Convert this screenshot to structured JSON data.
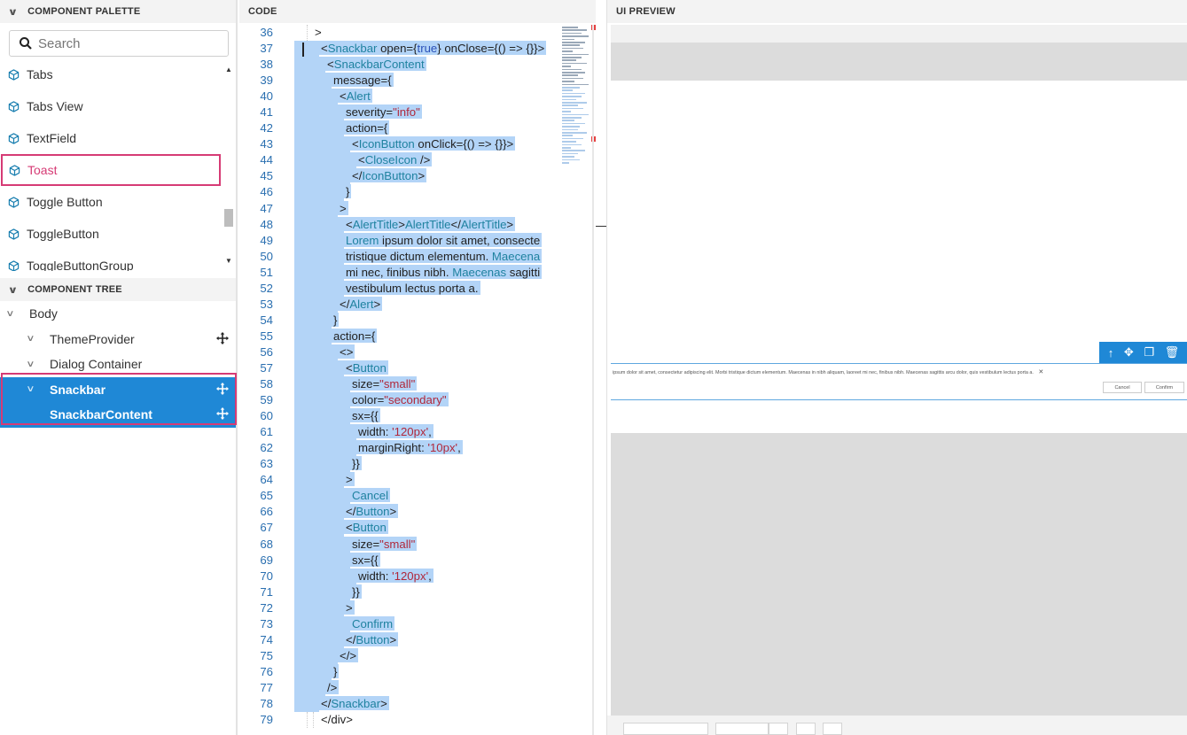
{
  "palette": {
    "header": "COMPONENT PALETTE",
    "search_placeholder": "Search",
    "items": [
      {
        "label": "Tabs"
      },
      {
        "label": "Tabs View"
      },
      {
        "label": "TextField"
      },
      {
        "label": "Toast",
        "selected": true
      },
      {
        "label": "Toggle Button"
      },
      {
        "label": "ToggleButton"
      },
      {
        "label": "ToggleButtonGroup"
      }
    ]
  },
  "tree": {
    "header": "COMPONENT TREE",
    "nodes": [
      {
        "label": "Body",
        "indent": 0,
        "chevron": true,
        "move": false,
        "selected": false
      },
      {
        "label": "ThemeProvider",
        "indent": 1,
        "chevron": true,
        "move": true,
        "selected": false
      },
      {
        "label": "Dialog Container",
        "indent": 1,
        "chevron": true,
        "move": false,
        "selected": false
      },
      {
        "label": "Snackbar",
        "indent": 1,
        "chevron": true,
        "move": true,
        "selected": true
      },
      {
        "label": "SnackbarContent",
        "indent": 2,
        "chevron": false,
        "move": true,
        "selected": true
      }
    ]
  },
  "code": {
    "header": "CODE",
    "lines": [
      {
        "n": "36",
        "indent": 1,
        "sel": false,
        "parts": [
          [
            ">",
            ""
          ]
        ]
      },
      {
        "n": "37",
        "indent": 2,
        "sel": true,
        "parts": [
          [
            "<",
            ""
          ],
          [
            "Snackbar",
            "tag"
          ],
          [
            " open={",
            ""
          ],
          [
            "true",
            "kw"
          ],
          [
            "} onClose={() => {}}>",
            ""
          ]
        ]
      },
      {
        "n": "38",
        "indent": 3,
        "sel": true,
        "parts": [
          [
            "<",
            ""
          ],
          [
            "SnackbarContent",
            "tag"
          ]
        ]
      },
      {
        "n": "39",
        "indent": 4,
        "sel": true,
        "parts": [
          [
            "message={",
            ""
          ]
        ]
      },
      {
        "n": "40",
        "indent": 5,
        "sel": true,
        "parts": [
          [
            "<",
            ""
          ],
          [
            "Alert",
            "tag"
          ]
        ]
      },
      {
        "n": "41",
        "indent": 6,
        "sel": true,
        "parts": [
          [
            "severity=",
            ""
          ],
          [
            "\"info\"",
            "str"
          ]
        ]
      },
      {
        "n": "42",
        "indent": 6,
        "sel": true,
        "parts": [
          [
            "action={",
            ""
          ]
        ]
      },
      {
        "n": "43",
        "indent": 7,
        "sel": true,
        "parts": [
          [
            "<",
            ""
          ],
          [
            "IconButton",
            "tag"
          ],
          [
            " onClick={() => {}}>",
            ""
          ]
        ]
      },
      {
        "n": "44",
        "indent": 8,
        "sel": true,
        "parts": [
          [
            "<",
            ""
          ],
          [
            "CloseIcon",
            "tag"
          ],
          [
            " />",
            ""
          ]
        ]
      },
      {
        "n": "45",
        "indent": 7,
        "sel": true,
        "parts": [
          [
            "</",
            ""
          ],
          [
            "IconButton",
            "tag"
          ],
          [
            ">",
            ""
          ]
        ]
      },
      {
        "n": "46",
        "indent": 6,
        "sel": true,
        "parts": [
          [
            "}",
            ""
          ]
        ]
      },
      {
        "n": "47",
        "indent": 5,
        "sel": true,
        "parts": [
          [
            ">",
            ""
          ]
        ]
      },
      {
        "n": "48",
        "indent": 6,
        "sel": true,
        "parts": [
          [
            "<",
            ""
          ],
          [
            "AlertTitle",
            "tag"
          ],
          [
            ">",
            ""
          ],
          [
            "AlertTitle",
            "tag"
          ],
          [
            "</",
            ""
          ],
          [
            "AlertTitle",
            "tag"
          ],
          [
            ">",
            ""
          ]
        ]
      },
      {
        "n": "49",
        "indent": 6,
        "sel": true,
        "parts": [
          [
            "Lorem",
            "tag"
          ],
          [
            " ipsum dolor sit amet, consecte",
            ""
          ]
        ]
      },
      {
        "n": "50",
        "indent": 6,
        "sel": true,
        "parts": [
          [
            "tristique dictum elementum. ",
            ""
          ],
          [
            "Maecena",
            "tag"
          ]
        ]
      },
      {
        "n": "51",
        "indent": 6,
        "sel": true,
        "parts": [
          [
            "mi nec, finibus nibh. ",
            ""
          ],
          [
            "Maecenas",
            "tag"
          ],
          [
            " sagitti",
            ""
          ]
        ]
      },
      {
        "n": "52",
        "indent": 6,
        "sel": true,
        "parts": [
          [
            "vestibulum lectus porta a.",
            ""
          ]
        ]
      },
      {
        "n": "53",
        "indent": 5,
        "sel": true,
        "parts": [
          [
            "</",
            ""
          ],
          [
            "Alert",
            "tag"
          ],
          [
            ">",
            ""
          ]
        ]
      },
      {
        "n": "54",
        "indent": 4,
        "sel": true,
        "parts": [
          [
            "}",
            ""
          ]
        ]
      },
      {
        "n": "55",
        "indent": 4,
        "sel": true,
        "parts": [
          [
            "action={",
            ""
          ]
        ]
      },
      {
        "n": "56",
        "indent": 5,
        "sel": true,
        "parts": [
          [
            "<>",
            ""
          ]
        ]
      },
      {
        "n": "57",
        "indent": 6,
        "sel": true,
        "parts": [
          [
            "<",
            ""
          ],
          [
            "Button",
            "tag"
          ]
        ]
      },
      {
        "n": "58",
        "indent": 7,
        "sel": true,
        "parts": [
          [
            "size=",
            ""
          ],
          [
            "\"small\"",
            "str"
          ]
        ]
      },
      {
        "n": "59",
        "indent": 7,
        "sel": true,
        "parts": [
          [
            "color=",
            ""
          ],
          [
            "\"secondary\"",
            "str"
          ]
        ]
      },
      {
        "n": "60",
        "indent": 7,
        "sel": true,
        "parts": [
          [
            "sx={{",
            ""
          ]
        ]
      },
      {
        "n": "61",
        "indent": 8,
        "sel": true,
        "parts": [
          [
            "width: ",
            ""
          ],
          [
            "'120px'",
            "str"
          ],
          [
            ",",
            ""
          ]
        ]
      },
      {
        "n": "62",
        "indent": 8,
        "sel": true,
        "parts": [
          [
            "marginRight: ",
            ""
          ],
          [
            "'10px'",
            "str"
          ],
          [
            ",",
            ""
          ]
        ]
      },
      {
        "n": "63",
        "indent": 7,
        "sel": true,
        "parts": [
          [
            "}}",
            ""
          ]
        ]
      },
      {
        "n": "64",
        "indent": 6,
        "sel": true,
        "parts": [
          [
            ">",
            ""
          ]
        ]
      },
      {
        "n": "65",
        "indent": 7,
        "sel": true,
        "parts": [
          [
            "Cancel",
            "tag"
          ]
        ]
      },
      {
        "n": "66",
        "indent": 6,
        "sel": true,
        "parts": [
          [
            "</",
            ""
          ],
          [
            "Button",
            "tag"
          ],
          [
            ">",
            ""
          ]
        ]
      },
      {
        "n": "67",
        "indent": 6,
        "sel": true,
        "parts": [
          [
            "<",
            ""
          ],
          [
            "Button",
            "tag"
          ]
        ]
      },
      {
        "n": "68",
        "indent": 7,
        "sel": true,
        "parts": [
          [
            "size=",
            ""
          ],
          [
            "\"small\"",
            "str"
          ]
        ]
      },
      {
        "n": "69",
        "indent": 7,
        "sel": true,
        "parts": [
          [
            "sx={{",
            ""
          ]
        ]
      },
      {
        "n": "70",
        "indent": 8,
        "sel": true,
        "parts": [
          [
            "width: ",
            ""
          ],
          [
            "'120px'",
            "str"
          ],
          [
            ",",
            ""
          ]
        ]
      },
      {
        "n": "71",
        "indent": 7,
        "sel": true,
        "parts": [
          [
            "}}",
            ""
          ]
        ]
      },
      {
        "n": "72",
        "indent": 6,
        "sel": true,
        "parts": [
          [
            ">",
            ""
          ]
        ]
      },
      {
        "n": "73",
        "indent": 7,
        "sel": true,
        "parts": [
          [
            "Confirm",
            "tag"
          ]
        ]
      },
      {
        "n": "74",
        "indent": 6,
        "sel": true,
        "parts": [
          [
            "</",
            ""
          ],
          [
            "Button",
            "tag"
          ],
          [
            ">",
            ""
          ]
        ]
      },
      {
        "n": "75",
        "indent": 5,
        "sel": true,
        "parts": [
          [
            "</>",
            ""
          ]
        ]
      },
      {
        "n": "76",
        "indent": 4,
        "sel": true,
        "parts": [
          [
            "}",
            ""
          ]
        ]
      },
      {
        "n": "77",
        "indent": 3,
        "sel": true,
        "parts": [
          [
            "/>",
            ""
          ]
        ]
      },
      {
        "n": "78",
        "indent": 2,
        "sel": true,
        "parts": [
          [
            "</",
            ""
          ],
          [
            "Snackbar",
            "tag"
          ],
          [
            ">",
            ""
          ]
        ]
      },
      {
        "n": "79",
        "indent": 2,
        "sel": false,
        "parts": [
          [
            "</div>",
            ""
          ]
        ]
      }
    ]
  },
  "preview": {
    "header": "UI PREVIEW",
    "snackbar_text": "ipsum dolor sit amet, consectetur adipiscing elit. Morbi tristique dictum elementum. Maecenas in nibh aliquam, laoreet mi nec, finibus nibh. Maecenas sagittis arcu dolor, quis vestibulum lectus porta a.",
    "close_glyph": "✕",
    "cancel_label": "Cancel",
    "confirm_label": "Confirm",
    "toolbar_icons": [
      "arrow-up-icon",
      "move-icon",
      "copy-icon",
      "delete-icon"
    ]
  },
  "colors": {
    "accent": "#1f88d6",
    "selection_outline": "#d63b75",
    "code_selection": "#b3d4f7",
    "tag": "#1f82a0",
    "string": "#b0283b",
    "keyword": "#2c52b8"
  }
}
